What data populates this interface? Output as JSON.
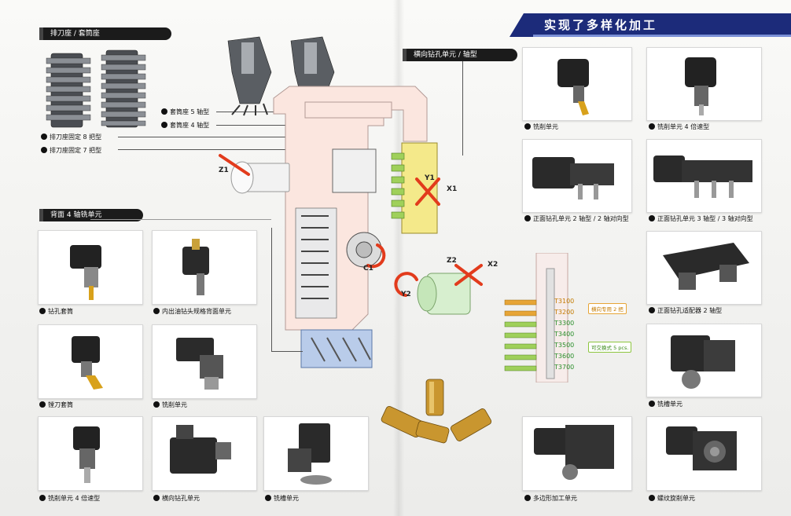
{
  "banner": {
    "title": "实现了多样化加工"
  },
  "tabs": {
    "turret": "排刀座 / 套筒座",
    "back4": "背面 4 轴铣单元",
    "cross": "横向钻孔单元 / 轴型"
  },
  "turret_captions": {
    "sleeve5": "套筒座 5 轴型",
    "sleeve4": "套筒座 4 轴型",
    "gang8": "排刀座固定 8 把型",
    "gang7": "排刀座固定 7 把型"
  },
  "diagram": {
    "z1": "Z1",
    "y1": "Y1",
    "x1": "X1",
    "c1": "C1",
    "z2": "Z2",
    "x2": "X2",
    "y2": "Y2",
    "t_codes": [
      "T3100",
      "T3200",
      "T3300",
      "T3400",
      "T3500",
      "T3600",
      "T3700"
    ],
    "tag_cross": "横向专用 2 把",
    "tag_swap": "可交换式 5 pcs."
  },
  "left_captions": [
    "钻孔套筒",
    "内出油钻头规格背面单元",
    "镗刀套筒",
    "铣削单元",
    "铣削单元 4 倍速型",
    "横向钻孔单元",
    "铣槽单元"
  ],
  "right_captions": [
    "铣削单元",
    "铣削单元 4 倍速型",
    "正面钻孔单元 2 轴型 / 2 轴对向型",
    "正面钻孔单元 3 轴型 / 3 轴对向型",
    "正面钻孔适配器 2 轴型",
    "铣槽单元",
    "多边形加工单元",
    "螺纹旋削单元"
  ],
  "colors": {
    "banner": "#1c2b7a",
    "accent_red": "#e23b1c",
    "accent_green": "#8dc63f",
    "yellow_block": "#f4e98a",
    "blue_block": "#b9ccea"
  }
}
